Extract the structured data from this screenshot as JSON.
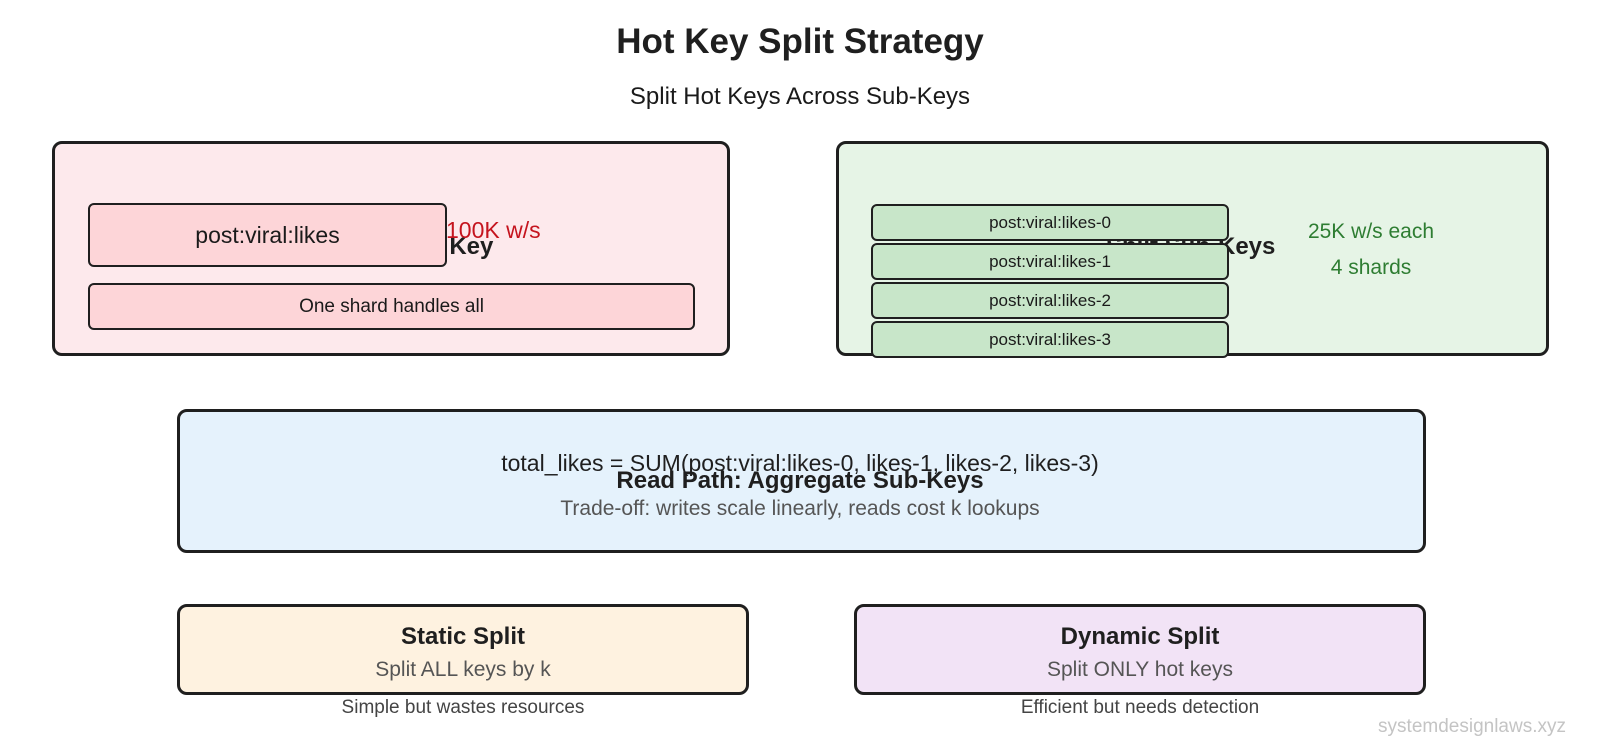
{
  "title": "Hot Key Split Strategy",
  "subtitle": "Split Hot Keys Across Sub-Keys",
  "single_key": {
    "heading": "Single Hot Key",
    "key": "post:viral:likes",
    "rate": "100K w/s",
    "shard_note": "One shard handles all",
    "color_fill": "#fde9ec",
    "color_accent": "#c5141e"
  },
  "split_keys": {
    "heading": "Split Sub-Keys",
    "keys": [
      "post:viral:likes-0",
      "post:viral:likes-1",
      "post:viral:likes-2",
      "post:viral:likes-3"
    ],
    "rate": "25K w/s each",
    "shards": "4 shards",
    "color_fill": "#e6f4e6",
    "color_accent": "#2e7d32"
  },
  "read_path": {
    "formula": "total_likes = SUM(post:viral:likes-0, likes-1, likes-2, likes-3)",
    "heading": "Read Path: Aggregate Sub-Keys",
    "tradeoff": "Trade-off: writes scale linearly, reads cost k lookups",
    "color_fill": "#e5f2fc"
  },
  "static_split": {
    "title": "Static Split",
    "desc": "Split ALL keys by k",
    "note": "Simple but wastes resources",
    "color_fill": "#fef2e0"
  },
  "dynamic_split": {
    "title": "Dynamic Split",
    "desc": "Split ONLY hot keys",
    "note": "Efficient but needs detection",
    "color_fill": "#f2e3f6"
  },
  "watermark": "systemdesignlaws.xyz"
}
